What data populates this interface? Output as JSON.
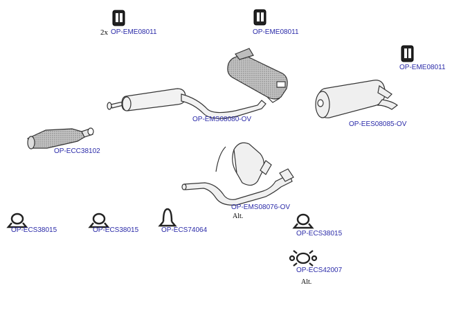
{
  "colors": {
    "link": "#2a2aa8",
    "line": "#333333",
    "shade": "#9a9a9a",
    "fill": "#ececec"
  },
  "parts": [
    {
      "code": "OP-EME08011",
      "icon": "rubber-hanger-icon",
      "qty": "2x"
    },
    {
      "code": "OP-EME08011",
      "icon": "rubber-hanger-icon"
    },
    {
      "code": "OP-EME08011",
      "icon": "rubber-hanger-icon"
    },
    {
      "code": "OP-EMS08080-OV",
      "icon": "middle-silencer-icon"
    },
    {
      "code": "OP-EES08085-OV",
      "icon": "rear-silencer-icon"
    },
    {
      "code": "OP-ECC38102",
      "icon": "catalytic-converter-icon"
    },
    {
      "code": "OP-EMS08076-OV",
      "icon": "alt-silencer-icon",
      "note": "Alt."
    },
    {
      "code": "OP-ECS38015",
      "icon": "pipe-clamp-icon"
    },
    {
      "code": "OP-ECS38015",
      "icon": "pipe-clamp-icon"
    },
    {
      "code": "OP-ECS74064",
      "icon": "pipe-clamp-icon"
    },
    {
      "code": "OP-ECS38015",
      "icon": "pipe-clamp-icon"
    },
    {
      "code": "OP-ECS42007",
      "icon": "flange-clamp-icon",
      "note": "Alt."
    }
  ]
}
